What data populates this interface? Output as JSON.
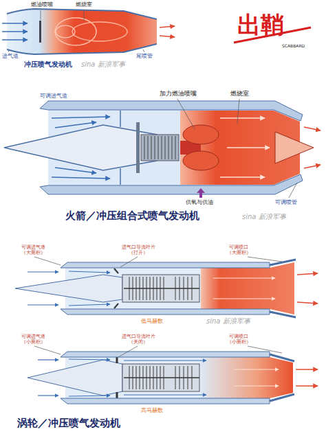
{
  "diagram": {
    "labels": [
      "燃油喷嘴",
      "燃烧室",
      "进气道",
      "尾喷管",
      "冲压喷气发动机",
      "出鞘",
      "SCABBARD",
      "sina 新浪军事",
      "可调进气道",
      "加力燃油喷嘴",
      "燃烧室",
      "供氧与供油",
      "可调喷管",
      "火箭／冲压组合式喷气发动机",
      "sina 新浪军事",
      "可调进气道 （大面积）",
      "进气口导流叶片 （打开）",
      "可调喷口 （大面积）",
      "低马赫数",
      "sina 新浪军事",
      "可调进气道 （小面积）",
      "进气口导流叶片 （关闭）",
      "可调喷口 （小面积）",
      "高马赫数",
      "涡轮／冲压喷气发动机"
    ]
  }
}
